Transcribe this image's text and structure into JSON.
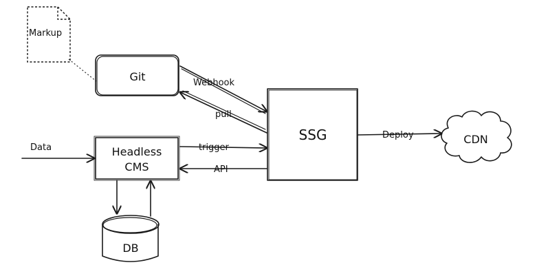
{
  "nodes": {
    "markup": "Markup",
    "git": "Git",
    "headless_cms_line1": "Headless",
    "headless_cms_line2": "CMS",
    "db": "DB",
    "ssg": "SSG",
    "cdn": "CDN"
  },
  "edges": {
    "webhook": "Webhook",
    "pull": "pull",
    "data": "Data",
    "trigger": "trigger",
    "api": "API",
    "deploy": "Deploy"
  }
}
